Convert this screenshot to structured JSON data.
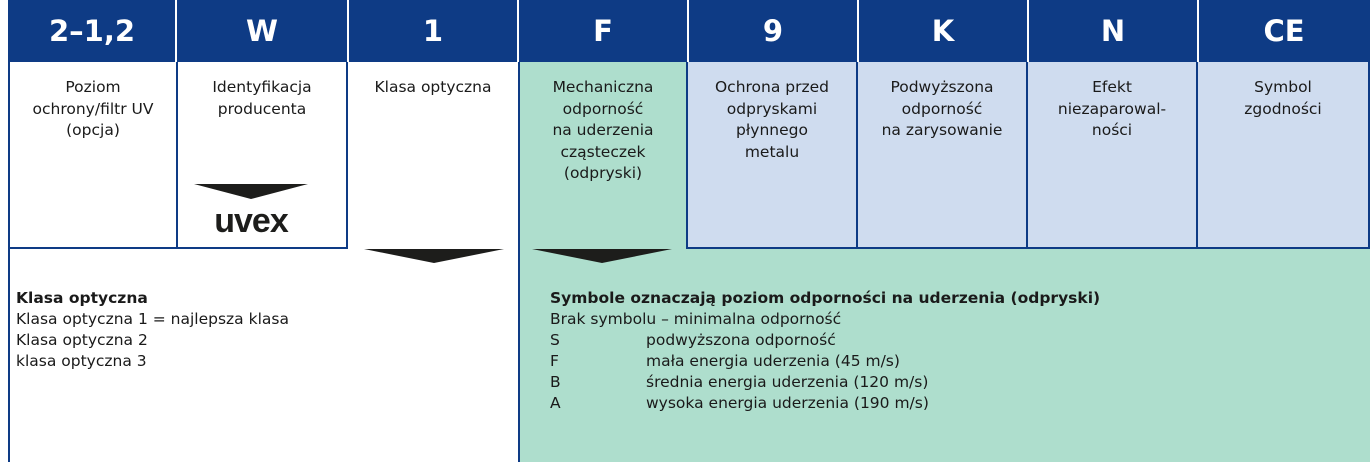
{
  "header": {
    "codes": [
      "2–1,2",
      "W",
      "1",
      "F",
      "9",
      "K",
      "N",
      "CE"
    ]
  },
  "columns": [
    {
      "lines": [
        "Poziom",
        "ochrony/filtr UV",
        "(opcja)"
      ]
    },
    {
      "lines": [
        "Identyfikacja",
        "producenta"
      ]
    },
    {
      "lines": [
        "Klasa optyczna"
      ]
    },
    {
      "lines": [
        "Mechaniczna",
        "odporność",
        "na uderzenia",
        "cząsteczek",
        "(odpryski)"
      ]
    },
    {
      "lines": [
        "Ochrona przed",
        "odpryskami",
        "płynnego",
        "metalu"
      ]
    },
    {
      "lines": [
        "Podwyższona",
        "odporność",
        "na zarysowanie"
      ]
    },
    {
      "lines": [
        "Efekt",
        "niezaparowal-",
        "ności"
      ]
    },
    {
      "lines": [
        "Symbol",
        "zgodności"
      ]
    }
  ],
  "logo": {
    "text": "uvex",
    "color": "#1d1d1b"
  },
  "optical_note": {
    "title": "Klasa optyczna",
    "lines": [
      "Klasa optyczna 1 = najlepsza klasa",
      "Klasa optyczna 2",
      "klasa optyczna 3"
    ]
  },
  "impact_note": {
    "title": "Symbole oznaczają poziom odporności na uderzenia (odpryski)",
    "intro": "Brak symbolu – minimalna odporność",
    "symbols": [
      {
        "code": "S",
        "desc": "podwyższona odporność"
      },
      {
        "code": "F",
        "desc": "mała energia uderzenia (45 m/s)"
      },
      {
        "code": "B",
        "desc": "średnia energia uderzenia (120 m/s)"
      },
      {
        "code": "A",
        "desc": "wysoka energia uderzenia (190 m/s)"
      }
    ]
  },
  "colors": {
    "header": "#0e3b85",
    "green": "#aedecd",
    "blue": "#cfdcef"
  },
  "icons": {
    "pointer": "arrow-down-wedge-icon"
  }
}
